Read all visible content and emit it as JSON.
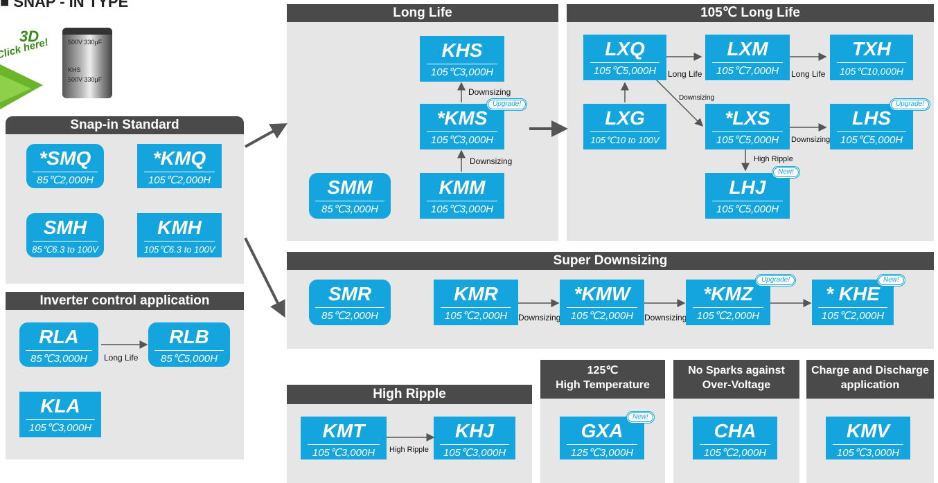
{
  "page_title": "■ SNAP - IN TYPE",
  "click_badge": {
    "line1": "3D",
    "line2": "Click here!"
  },
  "photo": {
    "lines": [
      "500V 330μF",
      "KHS",
      "500V 330μF"
    ]
  },
  "sections": {
    "snap_std": "Snap-in Standard",
    "inverter": "Inverter control application",
    "long_life": "Long Life",
    "ll105": "105℃ Long Life",
    "super": "Super Downsizing",
    "high_ripple": "High Ripple",
    "ht125_line1": "125℃",
    "ht125_line2": "High Temperature",
    "sparks_line1": "No Sparks against",
    "sparks_line2": "Over-Voltage",
    "charge_line1": "Charge and Discharge",
    "charge_line2": "application"
  },
  "series": {
    "SMQ": {
      "name": "*SMQ",
      "spec": "85℃2,000H"
    },
    "KMQ": {
      "name": "*KMQ",
      "spec": "105℃2,000H"
    },
    "SMH": {
      "name": "SMH",
      "spec": "85℃6.3 to 100V"
    },
    "KMH": {
      "name": "KMH",
      "spec": "105℃6.3 to 100V"
    },
    "RLA": {
      "name": "RLA",
      "spec": "85℃3,000H"
    },
    "RLB": {
      "name": "RLB",
      "spec": "85℃5,000H"
    },
    "KLA": {
      "name": "KLA",
      "spec": "105℃3,000H"
    },
    "KHS": {
      "name": "KHS",
      "spec": "105℃3,000H"
    },
    "KMS": {
      "name": "*KMS",
      "spec": "105℃3,000H"
    },
    "KMM": {
      "name": "KMM",
      "spec": "105℃3,000H"
    },
    "SMM": {
      "name": "SMM",
      "spec": "85℃3,000H"
    },
    "LXQ": {
      "name": "LXQ",
      "spec": "105℃5,000H"
    },
    "LXM": {
      "name": "LXM",
      "spec": "105℃7,000H"
    },
    "TXH": {
      "name": "TXH",
      "spec": "105℃10,000H"
    },
    "LXG": {
      "name": "LXG",
      "spec": "105℃10 to 100V"
    },
    "LXS": {
      "name": "*LXS",
      "spec": "105℃5,000H"
    },
    "LHS": {
      "name": "LHS",
      "spec": "105℃5,000H"
    },
    "LHJ": {
      "name": "LHJ",
      "spec": "105℃5,000H"
    },
    "SMR": {
      "name": "SMR",
      "spec": "85℃2,000H"
    },
    "KMR": {
      "name": "KMR",
      "spec": "105℃2,000H"
    },
    "KMW": {
      "name": "*KMW",
      "spec": "105℃2,000H"
    },
    "KMZ": {
      "name": "*KMZ",
      "spec": "105℃2,000H"
    },
    "KHE": {
      "name": "* KHE",
      "spec": "105℃2,000H"
    },
    "KMT": {
      "name": "KMT",
      "spec": "105℃3,000H"
    },
    "KHJ": {
      "name": "KHJ",
      "spec": "105℃3,000H"
    },
    "GXA": {
      "name": "GXA",
      "spec": "125℃3,000H"
    },
    "CHA": {
      "name": "CHA",
      "spec": "105℃2,000H"
    },
    "KMV": {
      "name": "KMV",
      "spec": "105℃3,000H"
    }
  },
  "badges": {
    "upgrade": "Upgrade!",
    "new": "New!"
  },
  "labels": {
    "long_life": "Long Life",
    "downsizing": "Downsizing",
    "high_ripple": "High Ripple"
  },
  "colors": {
    "box": "#14a5df",
    "header": "#4a4a4a",
    "panel": "#e6e6e6",
    "arrow": "#555555"
  }
}
